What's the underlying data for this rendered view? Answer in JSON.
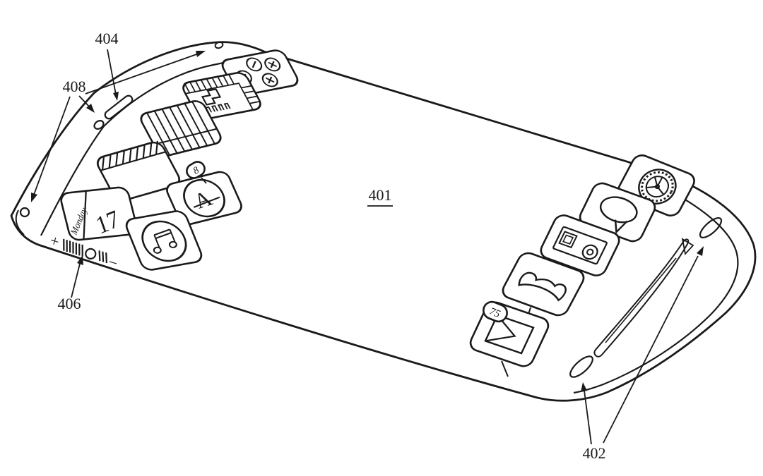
{
  "figure": {
    "labels": {
      "display": "401",
      "end_openings": "402",
      "top_slot": "404",
      "volume_control": "406",
      "front_openings": "408"
    },
    "calendar": {
      "day": "Monday",
      "date": "17"
    },
    "badges": {
      "app_store": "8",
      "mail": "75"
    },
    "app_store_letter": "A",
    "volume": {
      "increase": "+",
      "decrease": "−"
    },
    "colors": {
      "ink": "#1a1a1a",
      "paper": "#ffffff"
    },
    "icons": [
      "settings-screws",
      "film-frame",
      "blinds",
      "clapperboard",
      "calendar",
      "app-store",
      "music",
      "clock",
      "messages",
      "camera",
      "phone",
      "mail"
    ]
  }
}
